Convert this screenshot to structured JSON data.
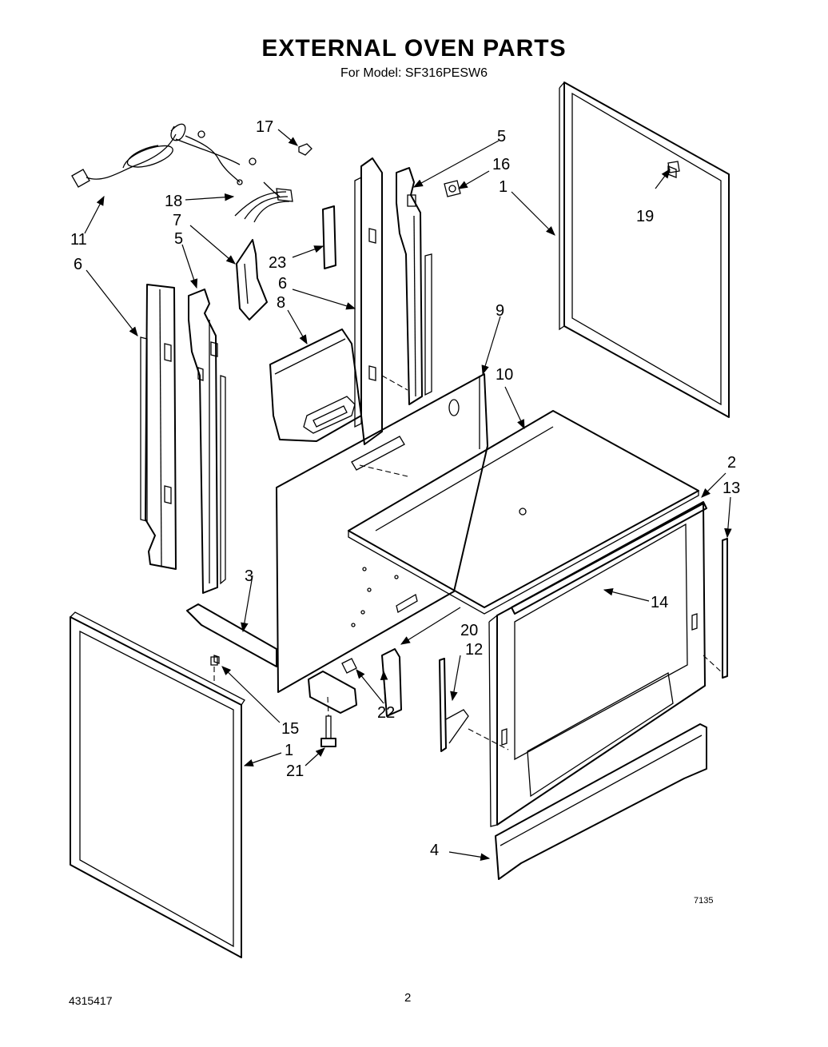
{
  "header": {
    "title": "EXTERNAL OVEN PARTS",
    "subtitle": "For Model: SF316PESW6"
  },
  "callouts": {
    "p1_top": "1",
    "p1_bottom": "1",
    "p2": "2",
    "p3": "3",
    "p4": "4",
    "p5_left": "5",
    "p5_right": "5",
    "p6_left": "6",
    "p6_center": "6",
    "p7": "7",
    "p8": "8",
    "p9": "9",
    "p10": "10",
    "p11": "11",
    "p12": "12",
    "p13": "13",
    "p14": "14",
    "p15": "15",
    "p16": "16",
    "p17": "17",
    "p18": "18",
    "p19": "19",
    "p20": "20",
    "p21": "21",
    "p22": "22",
    "p23": "23"
  },
  "footer": {
    "figure_code": "7135",
    "document_number": "4315417",
    "page_number": "2"
  }
}
